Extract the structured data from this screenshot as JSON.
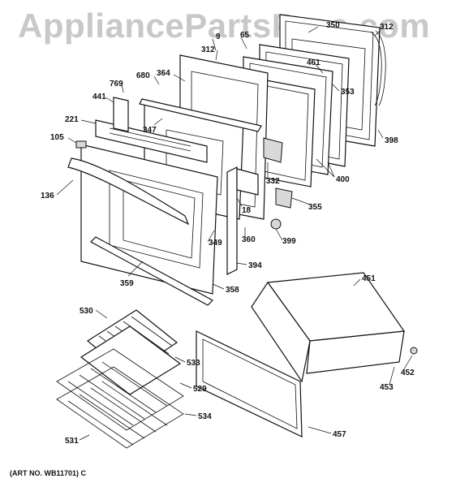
{
  "watermark": "AppliancePartsPros.com",
  "art_number": "(ART NO. WB11701) C",
  "callouts": [
    "350",
    "312",
    "9",
    "312",
    "65",
    "461",
    "680",
    "364",
    "353",
    "769",
    "441",
    "221",
    "347",
    "105",
    "332",
    "398",
    "400",
    "136",
    "18",
    "355",
    "349",
    "360",
    "399",
    "394",
    "359",
    "358",
    "451",
    "530",
    "533",
    "529",
    "534",
    "531",
    "452",
    "453",
    "457"
  ]
}
